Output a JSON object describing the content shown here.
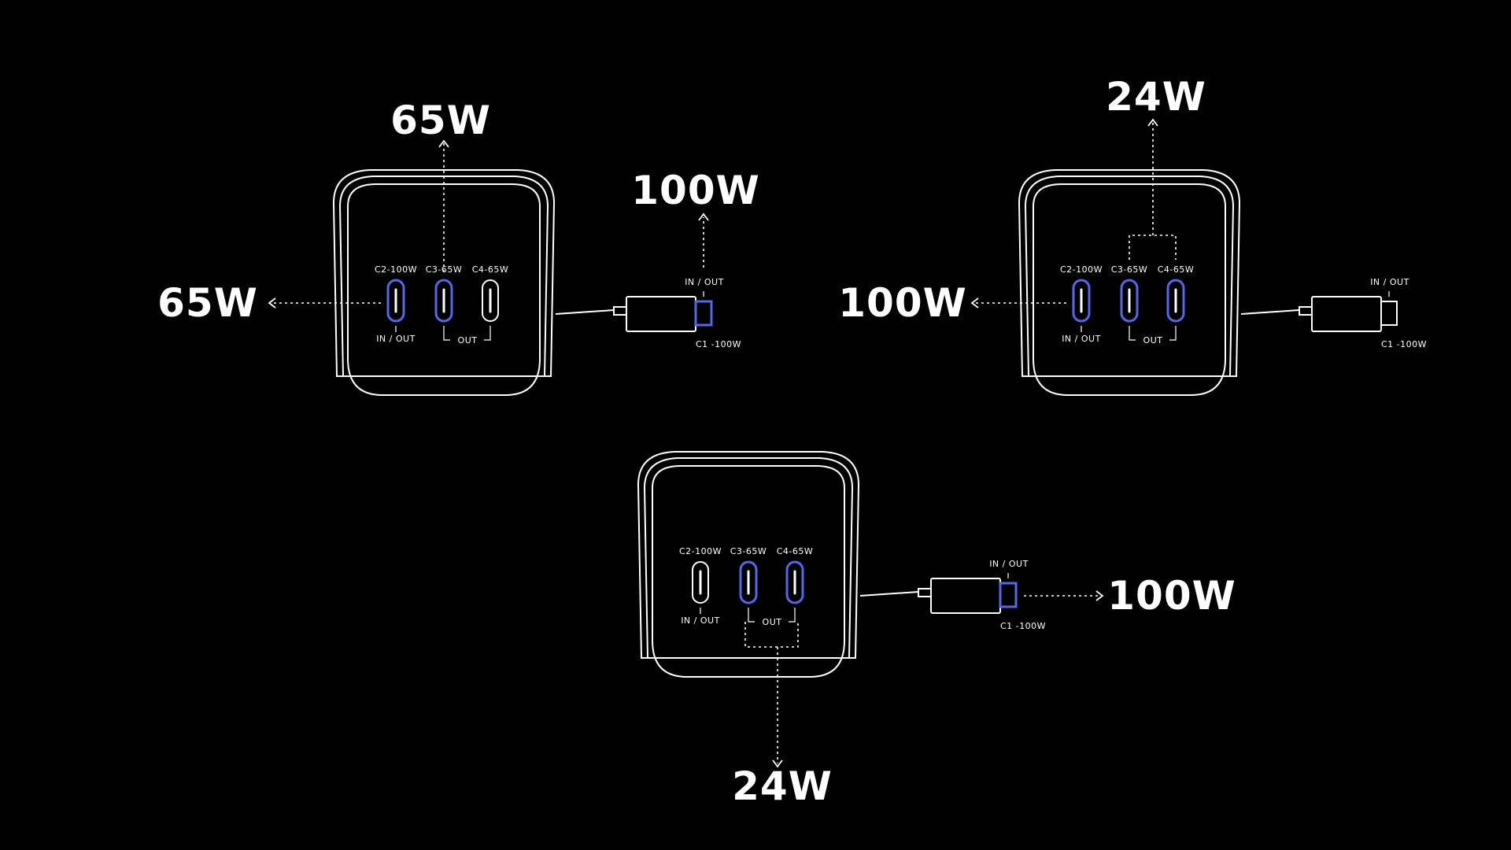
{
  "scenarios": [
    {
      "name": "scenario-1",
      "labels": {
        "left": "65W",
        "top": "65W",
        "right": "100W"
      },
      "ports": {
        "c2": "C2-100W",
        "c3": "C3-65W",
        "c4": "C4-65W",
        "in_out": "IN / OUT",
        "out": "OUT"
      },
      "plug": {
        "in_out": "IN / OUT",
        "c1": "C1 -100W"
      },
      "active_ports": [
        "c2",
        "c3",
        "c1"
      ]
    },
    {
      "name": "scenario-2",
      "labels": {
        "left": "100W",
        "top": "24W"
      },
      "ports": {
        "c2": "C2-100W",
        "c3": "C3-65W",
        "c4": "C4-65W",
        "in_out": "IN / OUT",
        "out": "OUT"
      },
      "plug": {
        "in_out": "IN / OUT",
        "c1": "C1 -100W"
      },
      "active_ports": [
        "c2",
        "c3",
        "c4"
      ]
    },
    {
      "name": "scenario-3",
      "labels": {
        "right": "100W",
        "bottom": "24W"
      },
      "ports": {
        "c2": "C2-100W",
        "c3": "C3-65W",
        "c4": "C4-65W",
        "in_out": "IN / OUT",
        "out": "OUT"
      },
      "plug": {
        "in_out": "IN / OUT",
        "c1": "C1 -100W"
      },
      "active_ports": [
        "c3",
        "c4",
        "c1"
      ]
    }
  ],
  "colors": {
    "background": "#000000",
    "line": "#ffffff",
    "active_port": "#5566ee"
  }
}
